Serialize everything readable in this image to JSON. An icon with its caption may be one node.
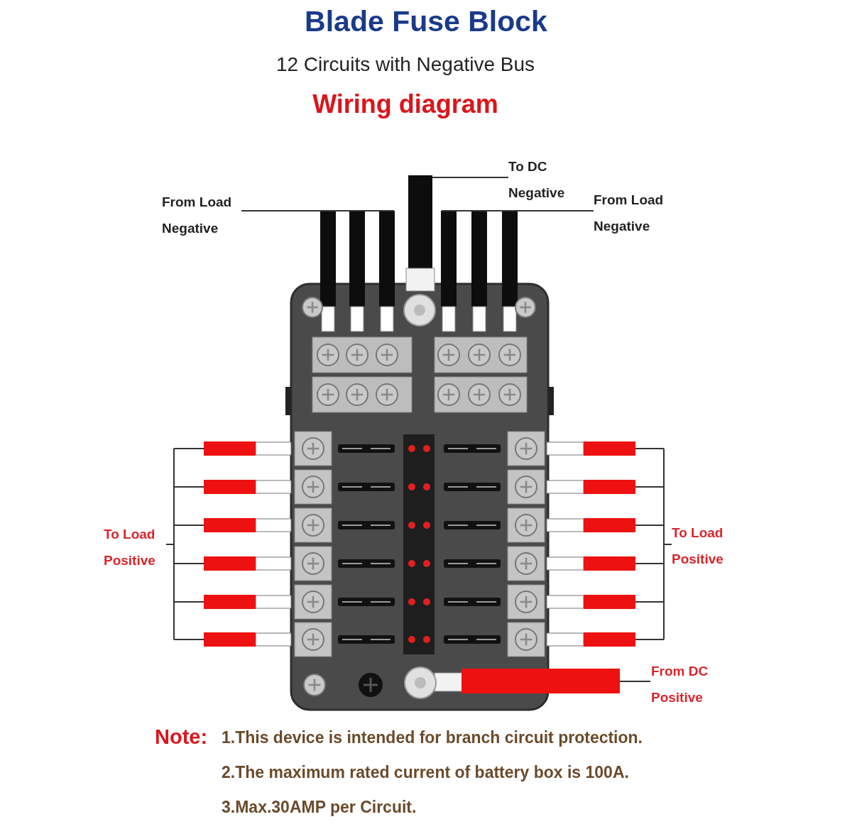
{
  "diagram": {
    "title": "Blade Fuse Block",
    "nodes": [
      {
        "text": [
          "From Load Negative"
        ]
      },
      {
        "text": [
          "To DC Negative"
        ]
      },
      {
        "text": [
          "From Load Negative"
        ]
      },
      {
        "text": [
          "To Load Positive"
        ]
      },
      {
        "text": [
          "To Load Positive"
        ]
      },
      {
        "text": [
          "From DC Positive"
        ]
      }
    ],
    "edges": [
      {
        "from": 0,
        "to": null,
        "arrow": "none"
      },
      {
        "from": 1,
        "to": null,
        "arrow": "none"
      },
      {
        "from": 2,
        "to": null,
        "arrow": "none"
      },
      {
        "from": 3,
        "to": null,
        "arrow": "none"
      },
      {
        "from": 4,
        "to": null,
        "arrow": "none"
      },
      {
        "from": 5,
        "to": null,
        "arrow": "none"
      }
    ],
    "labels": [
      "12 Circuits with Negative Bus",
      "Wiring diagram",
      "Note:",
      "1.This device is intended for branch circuit protection.",
      "2.The maximum rated current of battery box is 100A.",
      "3.Max.30AMP per Circuit."
    ]
  }
}
